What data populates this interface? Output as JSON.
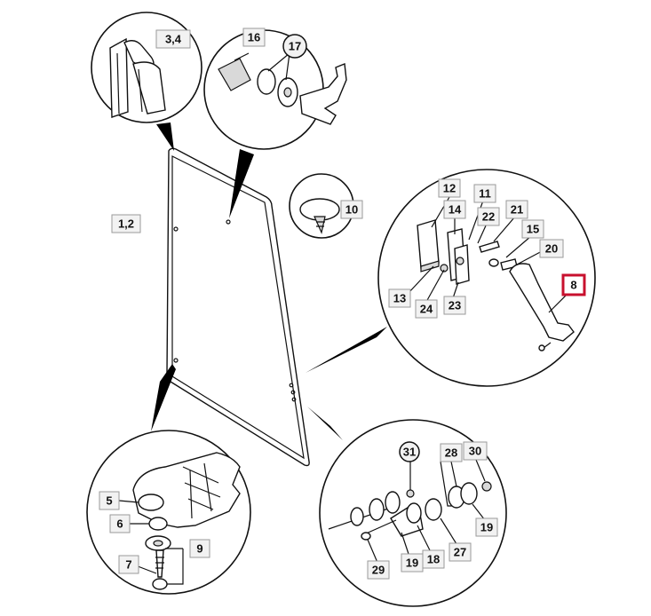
{
  "diagram": {
    "labels": [
      {
        "id": "l34",
        "text": "3,4"
      },
      {
        "id": "l16",
        "text": "16"
      },
      {
        "id": "l17",
        "text": "17"
      },
      {
        "id": "l12a",
        "text": "1,2"
      },
      {
        "id": "l10",
        "text": "10"
      },
      {
        "id": "l12",
        "text": "12"
      },
      {
        "id": "l11",
        "text": "11"
      },
      {
        "id": "l14",
        "text": "14"
      },
      {
        "id": "l22",
        "text": "22"
      },
      {
        "id": "l21",
        "text": "21"
      },
      {
        "id": "l15",
        "text": "15"
      },
      {
        "id": "l20",
        "text": "20"
      },
      {
        "id": "l8",
        "text": "8"
      },
      {
        "id": "l13",
        "text": "13"
      },
      {
        "id": "l24",
        "text": "24"
      },
      {
        "id": "l23",
        "text": "23"
      },
      {
        "id": "l5",
        "text": "5"
      },
      {
        "id": "l6",
        "text": "6"
      },
      {
        "id": "l9",
        "text": "9"
      },
      {
        "id": "l7",
        "text": "7"
      },
      {
        "id": "l31",
        "text": "31"
      },
      {
        "id": "l28",
        "text": "28"
      },
      {
        "id": "l30",
        "text": "30"
      },
      {
        "id": "l19a",
        "text": "19"
      },
      {
        "id": "l27",
        "text": "27"
      },
      {
        "id": "l19b",
        "text": "19"
      },
      {
        "id": "l18",
        "text": "18"
      },
      {
        "id": "l29",
        "text": "29"
      }
    ],
    "highlight_color": "#c8102e"
  }
}
